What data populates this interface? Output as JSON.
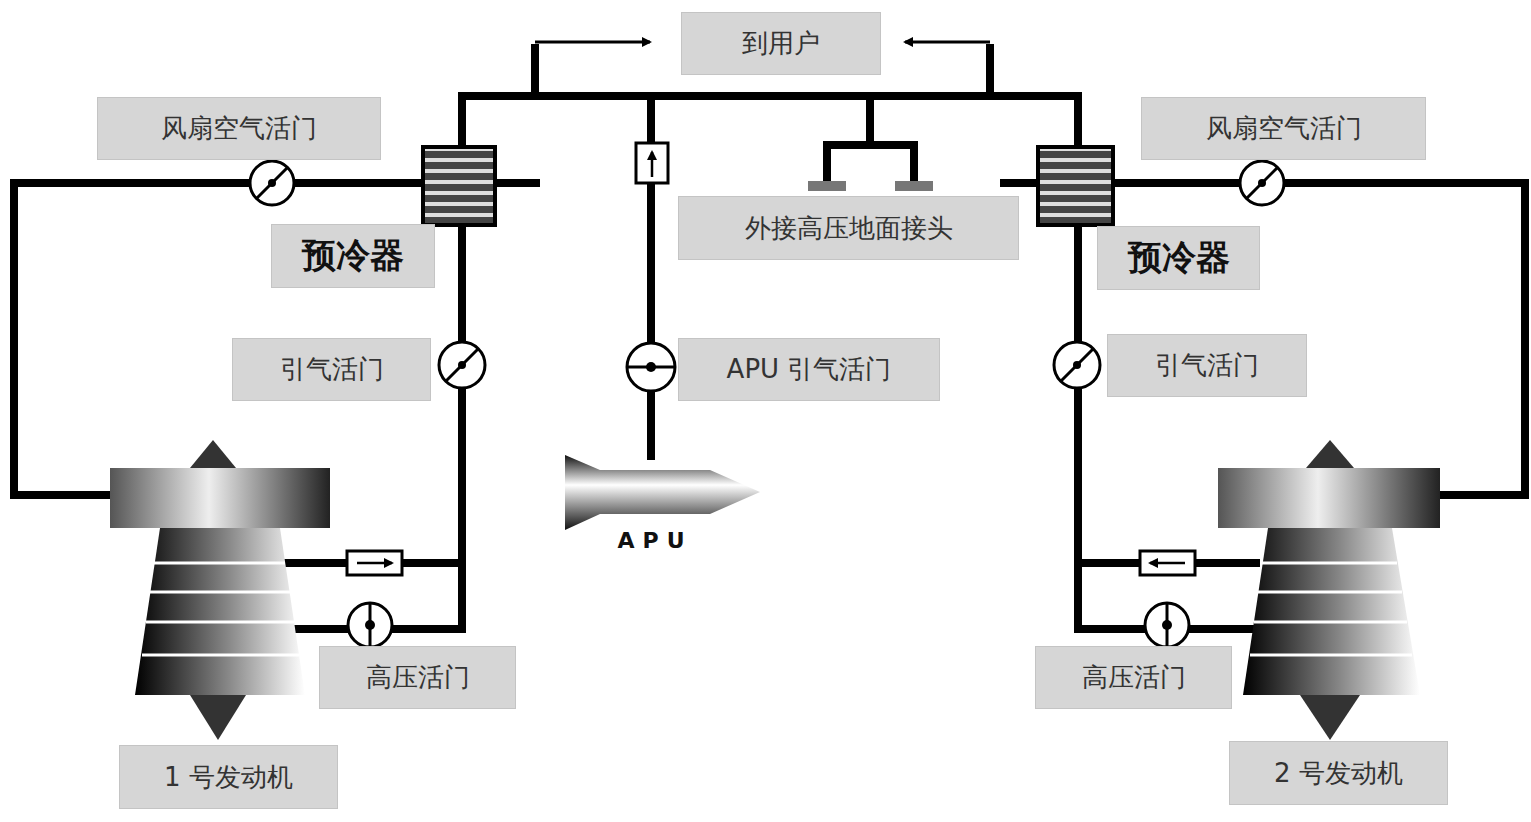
{
  "diagram": {
    "nodes": [
      {
        "text": [
          "到用户"
        ]
      },
      {
        "text": [
          "风扇空气活门"
        ]
      },
      {
        "text": [
          "风扇空气活门"
        ]
      },
      {
        "text": [
          "外接高压地面接头"
        ]
      },
      {
        "text": [
          "预冷器"
        ]
      },
      {
        "text": [
          "预冷器"
        ]
      },
      {
        "text": [
          "引气活门"
        ]
      },
      {
        "text": [
          "APU 引气活门"
        ]
      },
      {
        "text": [
          "引气活门"
        ]
      },
      {
        "text": [
          "高压活门"
        ]
      },
      {
        "text": [
          "高压活门"
        ]
      },
      {
        "text": [
          "1 号发动机"
        ]
      },
      {
        "text": [
          "2 号发动机"
        ]
      }
    ],
    "labels": [
      "APU"
    ]
  }
}
